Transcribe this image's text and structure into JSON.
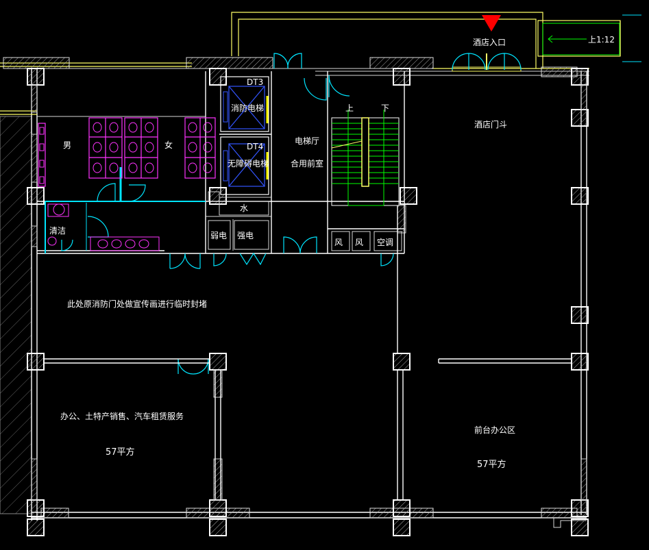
{
  "labels": {
    "hotel_entrance": "酒店入口",
    "ramp": "上1:12",
    "hotel_vestibule": "酒店门斗",
    "dt3": "DT3",
    "fire_elevator": "消防电梯",
    "dt4": "DT4",
    "accessible_elevator": "无障碍电梯",
    "elevator_hall_line1": "电梯厅",
    "elevator_hall_line2": "合用前室",
    "stair_up": "上",
    "stair_down": "下",
    "mens_room": "男",
    "womens_room": "女",
    "cleaning": "清洁",
    "water": "水",
    "weak_current": "弱电",
    "strong_current": "强电",
    "air_shaft_1": "风",
    "air_shaft_2": "风",
    "air_conditioning": "空调",
    "temp_seal_note": "此处原消防门处做宣传画进行临时封堵",
    "office_left_use": "办公、土特产销售、汽车租赁服务",
    "office_left_area": "57平方",
    "office_right_use": "前台办公区",
    "office_right_area": "57平方"
  },
  "colors": {
    "background": "#000000",
    "wall": "#ffffff",
    "door": "#00e5ff",
    "fixture": "#ff33ff",
    "elevator": "#3355ff",
    "stair": "#00ff00",
    "canopy": "#ffff66",
    "entrance_marker": "#ff0000"
  },
  "icons": {
    "entrance_marker": "red-triangle-icon",
    "toilet": "toilet-icon",
    "sink": "sink-icon",
    "door_swing": "door-swing-icon"
  }
}
